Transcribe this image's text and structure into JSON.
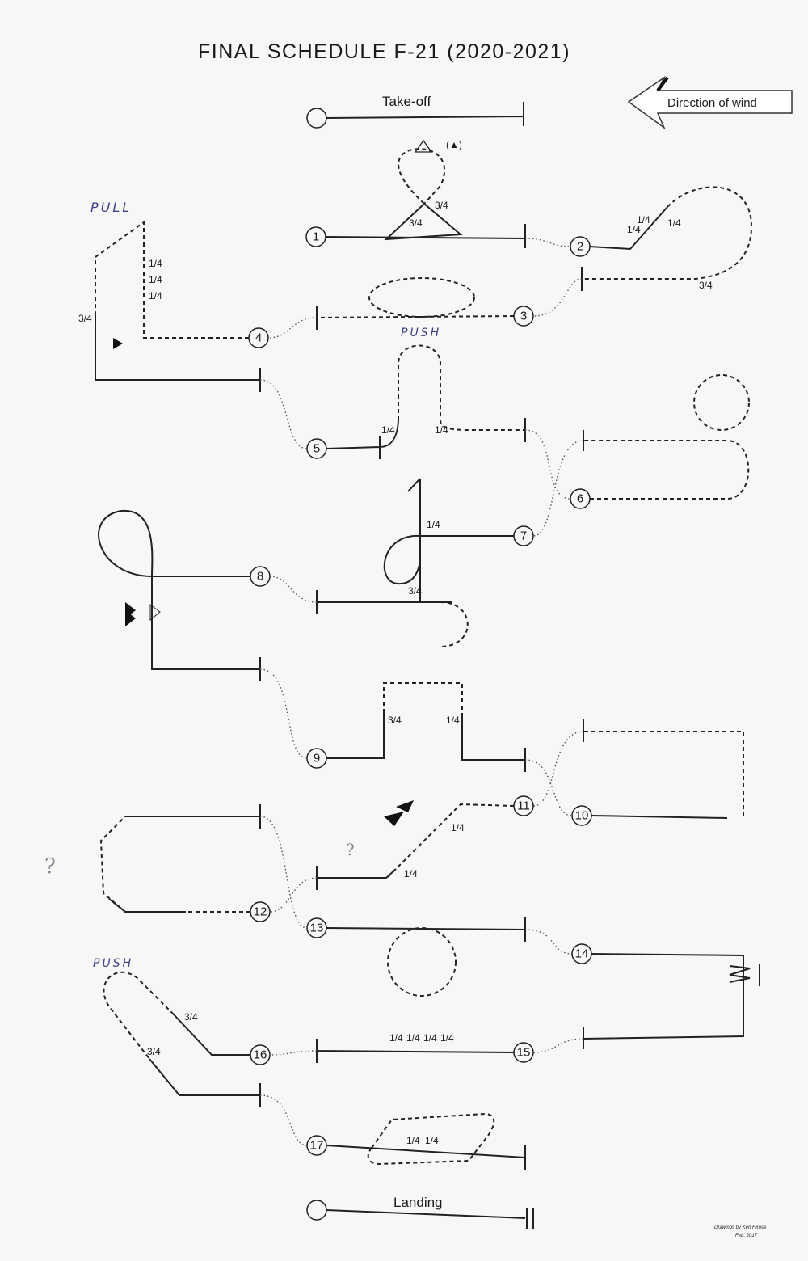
{
  "title": "FINAL SCHEDULE F-21  (2020-2021)",
  "takeoff_label": "Take-off",
  "landing_label": "Landing",
  "wind_label": "Direction of wind",
  "handwritten": {
    "pull": "PULL",
    "push_5": "PUSH",
    "push_16": "PUSH",
    "question_12": "?",
    "question_11": "?"
  },
  "figure_numbers": [
    "1",
    "2",
    "3",
    "4",
    "5",
    "6",
    "7",
    "8",
    "9",
    "10",
    "11",
    "12",
    "13",
    "14",
    "15",
    "16",
    "17"
  ],
  "fractions": {
    "quarter": "1/4",
    "three_quarter": "3/4",
    "tri_open": "(▲)"
  },
  "credit": {
    "line1": "Drawings by Ken Hirose",
    "line2": "Feb. 2017"
  }
}
